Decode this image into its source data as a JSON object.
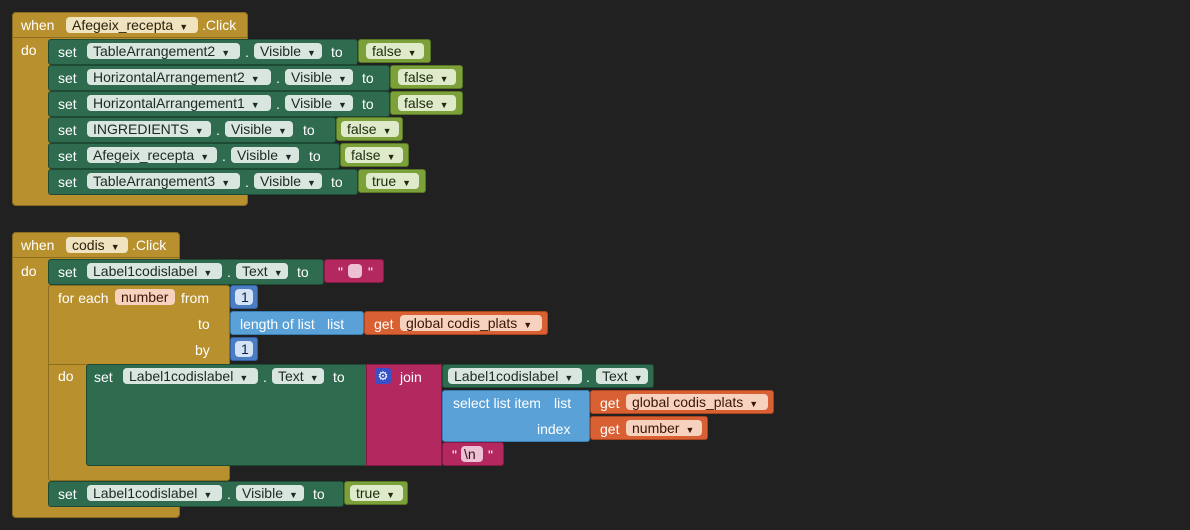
{
  "event1": {
    "when": "when",
    "component": "Afegeix_recepta",
    "event": ".Click",
    "do": "do",
    "statements": [
      {
        "set": "set",
        "component": "TableArrangement2",
        "dot": ".",
        "prop": "Visible",
        "to": "to",
        "value": "false"
      },
      {
        "set": "set",
        "component": "HorizontalArrangement2",
        "dot": ".",
        "prop": "Visible",
        "to": "to",
        "value": "false"
      },
      {
        "set": "set",
        "component": "HorizontalArrangement1",
        "dot": ".",
        "prop": "Visible",
        "to": "to",
        "value": "false"
      },
      {
        "set": "set",
        "component": "INGREDIENTS",
        "dot": ".",
        "prop": "Visible",
        "to": "to",
        "value": "false"
      },
      {
        "set": "set",
        "component": "Afegeix_recepta",
        "dot": ".",
        "prop": "Visible",
        "to": "to",
        "value": "false"
      },
      {
        "set": "set",
        "component": "TableArrangement3",
        "dot": ".",
        "prop": "Visible",
        "to": "to",
        "value": "true"
      }
    ]
  },
  "event2": {
    "when": "when",
    "component": "codis",
    "event": ".Click",
    "do": "do",
    "set1": {
      "set": "set",
      "component": "Label1codislabel",
      "dot": ".",
      "prop": "Text",
      "to": "to",
      "quote_open": "\"",
      "quote_close": "\""
    },
    "loop": {
      "for_each": "for each",
      "var": "number",
      "from_label": "from",
      "from_value": "1",
      "to_label": "to",
      "length_label": "length of list",
      "list_label": "list",
      "get_label": "get",
      "list_var": "global codis_plats",
      "by_label": "by",
      "by_value": "1",
      "do": "do",
      "inner_set": {
        "set": "set",
        "component": "Label1codislabel",
        "dot": ".",
        "prop": "Text",
        "to": "to"
      },
      "join": {
        "label": "join",
        "item1_component": "Label1codislabel",
        "item1_dot": ".",
        "item1_prop": "Text",
        "select_label": "select list item",
        "select_list_label": "list",
        "get_label": "get",
        "select_list_var": "global codis_plats",
        "index_label": "index",
        "index_get_label": "get",
        "index_var": "number",
        "newline_open": "\"",
        "newline_value": "\\n",
        "newline_close": "\""
      }
    },
    "set2": {
      "set": "set",
      "component": "Label1codislabel",
      "dot": ".",
      "prop": "Visible",
      "to": "to",
      "value": "true"
    }
  }
}
